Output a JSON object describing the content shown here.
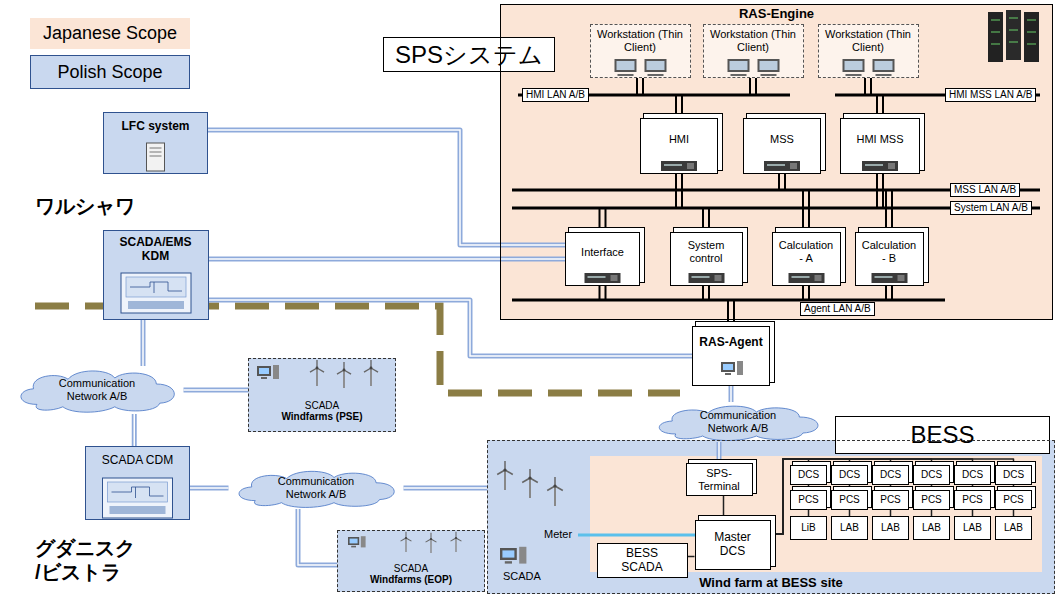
{
  "diagram": {
    "nodes": [
      {
        "text": [
          "SPSシステム"
        ]
      },
      {
        "text": [
          "RAS-Engine"
        ]
      },
      {
        "text": [
          "Workstation (Thin Client)"
        ],
        "in": 1
      },
      {
        "text": [
          "Workstation (Thin Client)"
        ],
        "in": 1
      },
      {
        "text": [
          "Workstation (Thin Client)"
        ],
        "in": 1
      },
      {
        "text": [
          "HMI"
        ],
        "in": 1
      },
      {
        "text": [
          "MSS"
        ],
        "in": 1
      },
      {
        "text": [
          "HMI MSS"
        ],
        "in": 1
      },
      {
        "text": [
          "Interface"
        ],
        "in": 1
      },
      {
        "text": [
          "System control"
        ],
        "in": 1
      },
      {
        "text": [
          "Calculation - A"
        ],
        "in": 1
      },
      {
        "text": [
          "Calculation - B"
        ],
        "in": 1
      },
      {
        "text": [
          "LFC system"
        ]
      },
      {
        "text": [
          "SCADA/EMS KDM"
        ]
      },
      {
        "text": [
          "RAS-Agent"
        ]
      },
      {
        "text": [
          "Communication Network A/B"
        ]
      },
      {
        "text": [
          "SCADA",
          "Windfarms (PSE)"
        ]
      },
      {
        "text": [
          "SCADA CDM"
        ]
      },
      {
        "text": [
          "Communication Network A/B"
        ]
      },
      {
        "text": [
          "SCADA",
          "Windfarms (EOP)"
        ]
      },
      {
        "text": [
          "Communication Network A/B"
        ]
      },
      {
        "text": [
          "BESS"
        ]
      },
      {
        "text": [
          "Wind farm at BESS site"
        ]
      },
      {
        "text": [
          "SPS-Terminal"
        ],
        "in": 22
      },
      {
        "text": [
          "Master DCS"
        ],
        "in": 22
      },
      {
        "text": [
          "BESS SCADA"
        ],
        "in": 22
      },
      {
        "text": [
          "DCS"
        ],
        "in": 22
      },
      {
        "text": [
          "DCS"
        ],
        "in": 22
      },
      {
        "text": [
          "DCS"
        ],
        "in": 22
      },
      {
        "text": [
          "DCS"
        ],
        "in": 22
      },
      {
        "text": [
          "DCS"
        ],
        "in": 22
      },
      {
        "text": [
          "DCS"
        ],
        "in": 22
      },
      {
        "text": [
          "PCS"
        ],
        "in": 22
      },
      {
        "text": [
          "PCS"
        ],
        "in": 22
      },
      {
        "text": [
          "PCS"
        ],
        "in": 22
      },
      {
        "text": [
          "PCS"
        ],
        "in": 22
      },
      {
        "text": [
          "PCS"
        ],
        "in": 22
      },
      {
        "text": [
          "PCS"
        ],
        "in": 22
      },
      {
        "text": [
          "LiB"
        ],
        "in": 22
      },
      {
        "text": [
          "LAB"
        ],
        "in": 22
      },
      {
        "text": [
          "LAB"
        ],
        "in": 22
      },
      {
        "text": [
          "LAB"
        ],
        "in": 22
      },
      {
        "text": [
          "LAB"
        ],
        "in": 22
      },
      {
        "text": [
          "LAB"
        ],
        "in": 22
      }
    ],
    "edges": [
      {
        "from": 12,
        "to": 8,
        "arrow": "none"
      },
      {
        "from": 13,
        "to": 8,
        "arrow": "none"
      },
      {
        "from": 13,
        "to": 14,
        "arrow": "none"
      },
      {
        "from": 13,
        "to": 15,
        "arrow": "none"
      },
      {
        "from": 15,
        "to": 16,
        "arrow": "none"
      },
      {
        "from": 15,
        "to": 17,
        "arrow": "none"
      },
      {
        "from": 17,
        "to": 18,
        "arrow": "none"
      },
      {
        "from": 18,
        "to": 19,
        "arrow": "none"
      },
      {
        "from": 18,
        "to": 22,
        "arrow": "none"
      },
      {
        "from": 14,
        "to": 20,
        "arrow": "none"
      },
      {
        "from": 20,
        "to": 23,
        "arrow": "none"
      },
      {
        "from": 23,
        "to": 24,
        "arrow": "none"
      },
      {
        "from": 25,
        "to": 24,
        "arrow": "none"
      },
      {
        "from": 24,
        "to": 26,
        "arrow": "none"
      },
      {
        "from": 24,
        "to": 27,
        "arrow": "none"
      },
      {
        "from": 24,
        "to": 28,
        "arrow": "none"
      },
      {
        "from": 24,
        "to": 29,
        "arrow": "none"
      },
      {
        "from": 24,
        "to": 30,
        "arrow": "none"
      },
      {
        "from": 24,
        "to": 31,
        "arrow": "none"
      },
      {
        "from": 26,
        "to": 32,
        "arrow": "none"
      },
      {
        "from": 27,
        "to": 33,
        "arrow": "none"
      },
      {
        "from": 28,
        "to": 34,
        "arrow": "none"
      },
      {
        "from": 29,
        "to": 35,
        "arrow": "none"
      },
      {
        "from": 30,
        "to": 36,
        "arrow": "none"
      },
      {
        "from": 31,
        "to": 37,
        "arrow": "none"
      },
      {
        "from": 32,
        "to": 38,
        "arrow": "none"
      },
      {
        "from": 33,
        "to": 39,
        "arrow": "none"
      },
      {
        "from": 34,
        "to": 40,
        "arrow": "none"
      },
      {
        "from": 35,
        "to": 41,
        "arrow": "none"
      },
      {
        "from": 36,
        "to": 42,
        "arrow": "none"
      },
      {
        "from": 37,
        "to": 43,
        "arrow": "none"
      }
    ],
    "labels": [
      "HMI LAN A/B",
      "HMI MSS LAN A/B",
      "MSS LAN A/B",
      "System LAN A/B",
      "Agent LAN A/B",
      "ワルシャワ",
      "Meter",
      "SCADA",
      "グダニスク /ビストラ"
    ],
    "legend": [
      {
        "text": "Japanese Scope",
        "color": "#fbe5d6"
      },
      {
        "text": "Polish Scope",
        "color": "#c9d8ef"
      }
    ]
  }
}
